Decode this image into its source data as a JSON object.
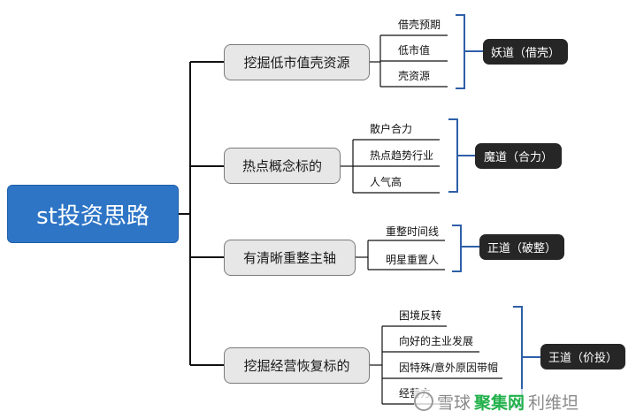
{
  "root": {
    "label": "st投资思路"
  },
  "branches": [
    {
      "label": "挖掘低市值壳资源",
      "leaves": [
        "借壳预期",
        "低市值",
        "壳资源"
      ],
      "tag": "妖道（借壳）"
    },
    {
      "label": "热点概念标的",
      "leaves": [
        "散户合力",
        "热点趋势行业",
        "人气高"
      ],
      "tag": "魔道（合力）"
    },
    {
      "label": "有清晰重整主轴",
      "leaves": [
        "重整时间线",
        "明星重置人"
      ],
      "tag": "正道（破整）"
    },
    {
      "label": "挖掘经营恢复标的",
      "leaves": [
        "困境反转",
        "向好的主业发展",
        "因特殊/意外原因带帽",
        "经营方"
      ],
      "tag": "王道（价投）"
    }
  ],
  "watermark": {
    "prefix": "雪球",
    "brand": "聚集网",
    "suffix": "利维坦"
  },
  "colors": {
    "root_fill": "#2e75c6",
    "branch_fill": "#e7e7e7",
    "tag_fill": "#262626",
    "bracket": "#2e5fa8",
    "connector": "#111111"
  }
}
